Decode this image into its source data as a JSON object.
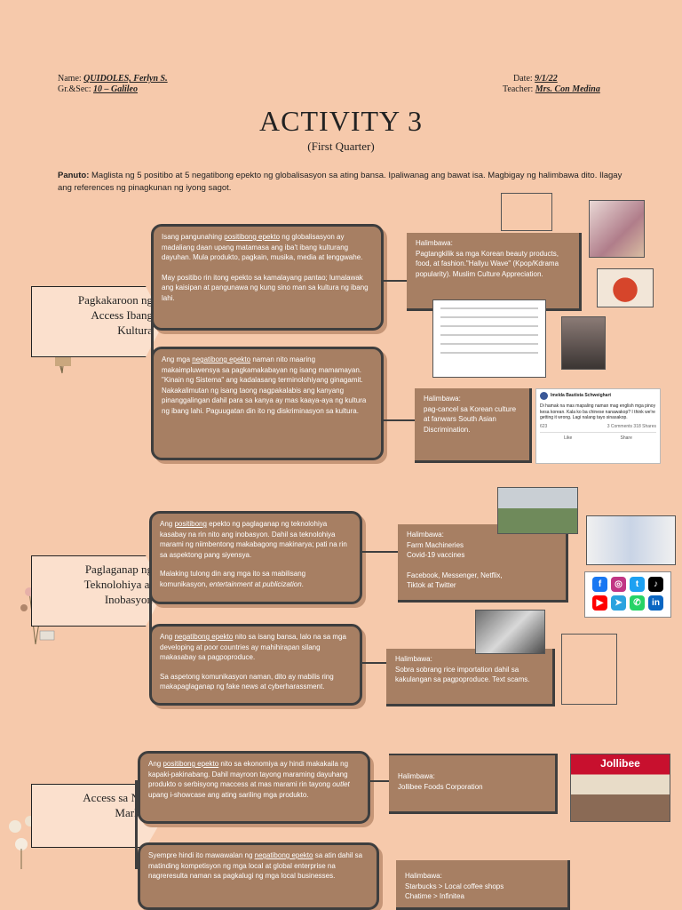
{
  "header": {
    "name_label": "Name:",
    "name_value": "QUIDOLES, Ferlyn S.",
    "section_label": "Gr.&Sec:",
    "section_value": "10 – Galileo",
    "date_label": "Date:",
    "date_value": "9/1/22",
    "teacher_label": "Teacher:",
    "teacher_value": "Mrs. Con Medina"
  },
  "title": "ACTIVITY 3",
  "subtitle": "(First Quarter)",
  "panuto": {
    "label": "Panuto:",
    "text": "Maglista ng 5 positibo at 5 negatibong epekto ng globalisasyon sa ating bansa. Ipaliwanag ang bawat isa. Magbigay ng halimbawa dito. Ilagay ang references ng pinagkunan ng iyong sagot."
  },
  "sections": [
    {
      "tag": "Pagkakaroon ng Access Ibang Kultura",
      "positive": {
        "pre": "Isang pangunahing ",
        "link": "positibong epekto",
        "post": " ng globalisasyon ay madaliang daan upang matamasa ang iba't ibang kulturang dayuhan. Mula produkto, pagkain, musika, media at lenggwahe.",
        "p2": "May positibo rin itong epekto sa kamalayang pantao; lumalawak ang kaisipan at pangunawa ng kung sino man sa kultura ng ibang lahi."
      },
      "positive_example": {
        "label": "Halimbawa:",
        "text": "Pagtangkilik sa mga Korean beauty products, food, at fashion.\"Hallyu Wave\" (Kpop/Kdrama popularity). Muslim Culture Appreciation."
      },
      "negative": {
        "pre": "Ang mga ",
        "link": "negatibong epekto",
        "post": " naman nito maaring makaimpluwensya sa pagkamakabayan ng isang mamamayan. \"Kinain ng Sistema\" ang kadalasang terminolohiyang ginagamit. Nakakalimutan ng isang taong nagpakalabis ang kanyang pinanggalingan dahil para sa kanya ay mas kaaya-aya ng kultura ng ibang lahi. Paguugatan din ito ng diskriminasyon sa kultura."
      },
      "negative_example": {
        "label": "Halimbawa:",
        "text": "pag-cancel sa Korean culture at fanwars South Asian Discrimination."
      },
      "post": {
        "author": "Imelda Bautista Schweighart",
        "body": "Di hamak na mas mapaling naman mag english mga pinoy kesa korean. Kala ko ba chinese nanawakop? I think we're getting it wrong. Lagi nalang tayo sinasakop.",
        "reactions": "623",
        "comments": "3 Comments",
        "shares": "318 Shares",
        "like": "Like",
        "share": "Share"
      }
    },
    {
      "tag": "Paglaganap ng Teknolohiya at Inobasyon",
      "positive": {
        "pre": "Ang ",
        "link": "positibong",
        "post": " epekto ng paglaganap ng teknolohiya kasabay na rin nito ang inobasyon. Dahil sa teknolohiya marami ng niimbentong makabagong makinarya; pati na rin sa aspektong pang siyensya.",
        "p2_pre": "Malaking tulong din ang mga ito sa mabilisang komunikasyon, ",
        "p2_em1": "entertainment",
        "p2_mid": " at ",
        "p2_em2": "publicization",
        "p2_post": "."
      },
      "positive_example": {
        "label": "Halimbawa:",
        "line1": "Farm Machineries",
        "line2": "Covid-19 vaccines",
        "line3": "Facebook, Messenger, Netflix,",
        "line4": "Tiktok at Twitter"
      },
      "negative": {
        "pre": "Ang ",
        "link": "negatibong epekto",
        "post": " nito sa isang bansa, lalo na sa mga developing at poor countries ay mahihirapan silang makasabay sa pagpoproduce.",
        "p2": "Sa aspetong komunikasyon naman, dito ay mabilis ring makapaglaganap ng fake news at cyberharassment."
      },
      "negative_example": {
        "label": "Halimbawa:",
        "text": "Sobra sobrang rice importation dahil sa kakulangan sa pagpoproduce. Text scams."
      }
    },
    {
      "tag": "Access sa New Markets",
      "positive": {
        "pre": "Ang ",
        "link": "positibong epekto",
        "post_a": " nito sa ekonomiya ay hindi makakaila ng kapaki-pakinabang. Dahil mayroon tayong maraming dayuhang  produkto o serbisyong maccess at mas marami rin tayong ",
        "em": "outlet",
        "post_b": " upang i-showcase ang ating sariling mga produkto."
      },
      "positive_example": {
        "label": "Halimbawa:",
        "text": "Jollibee Foods Corporation"
      },
      "jollibee_sign": "Jollibee",
      "negative": {
        "pre": "Syempre hindi ito mawawalan ng ",
        "link": "negatibong epekto",
        "post": " sa atin dahil sa matinding kompetisyon ng mga local at global enterprise na nagreresulta naman sa pagkalugi ng mga local businesses."
      },
      "negative_example": {
        "label": "Halimbawa:",
        "line1": "Starbucks > Local coffee shops",
        "line2": "Chatime > Infinitea"
      }
    }
  ],
  "icons": [
    "facebook-icon",
    "instagram-icon",
    "twitter-icon",
    "tiktok-icon",
    "youtube-icon",
    "telegram-icon",
    "whatsapp-icon",
    "linkedin-icon"
  ],
  "colors": {
    "page": "#f6c9ab",
    "box": "#a77f63",
    "border": "#3e3e3e"
  }
}
